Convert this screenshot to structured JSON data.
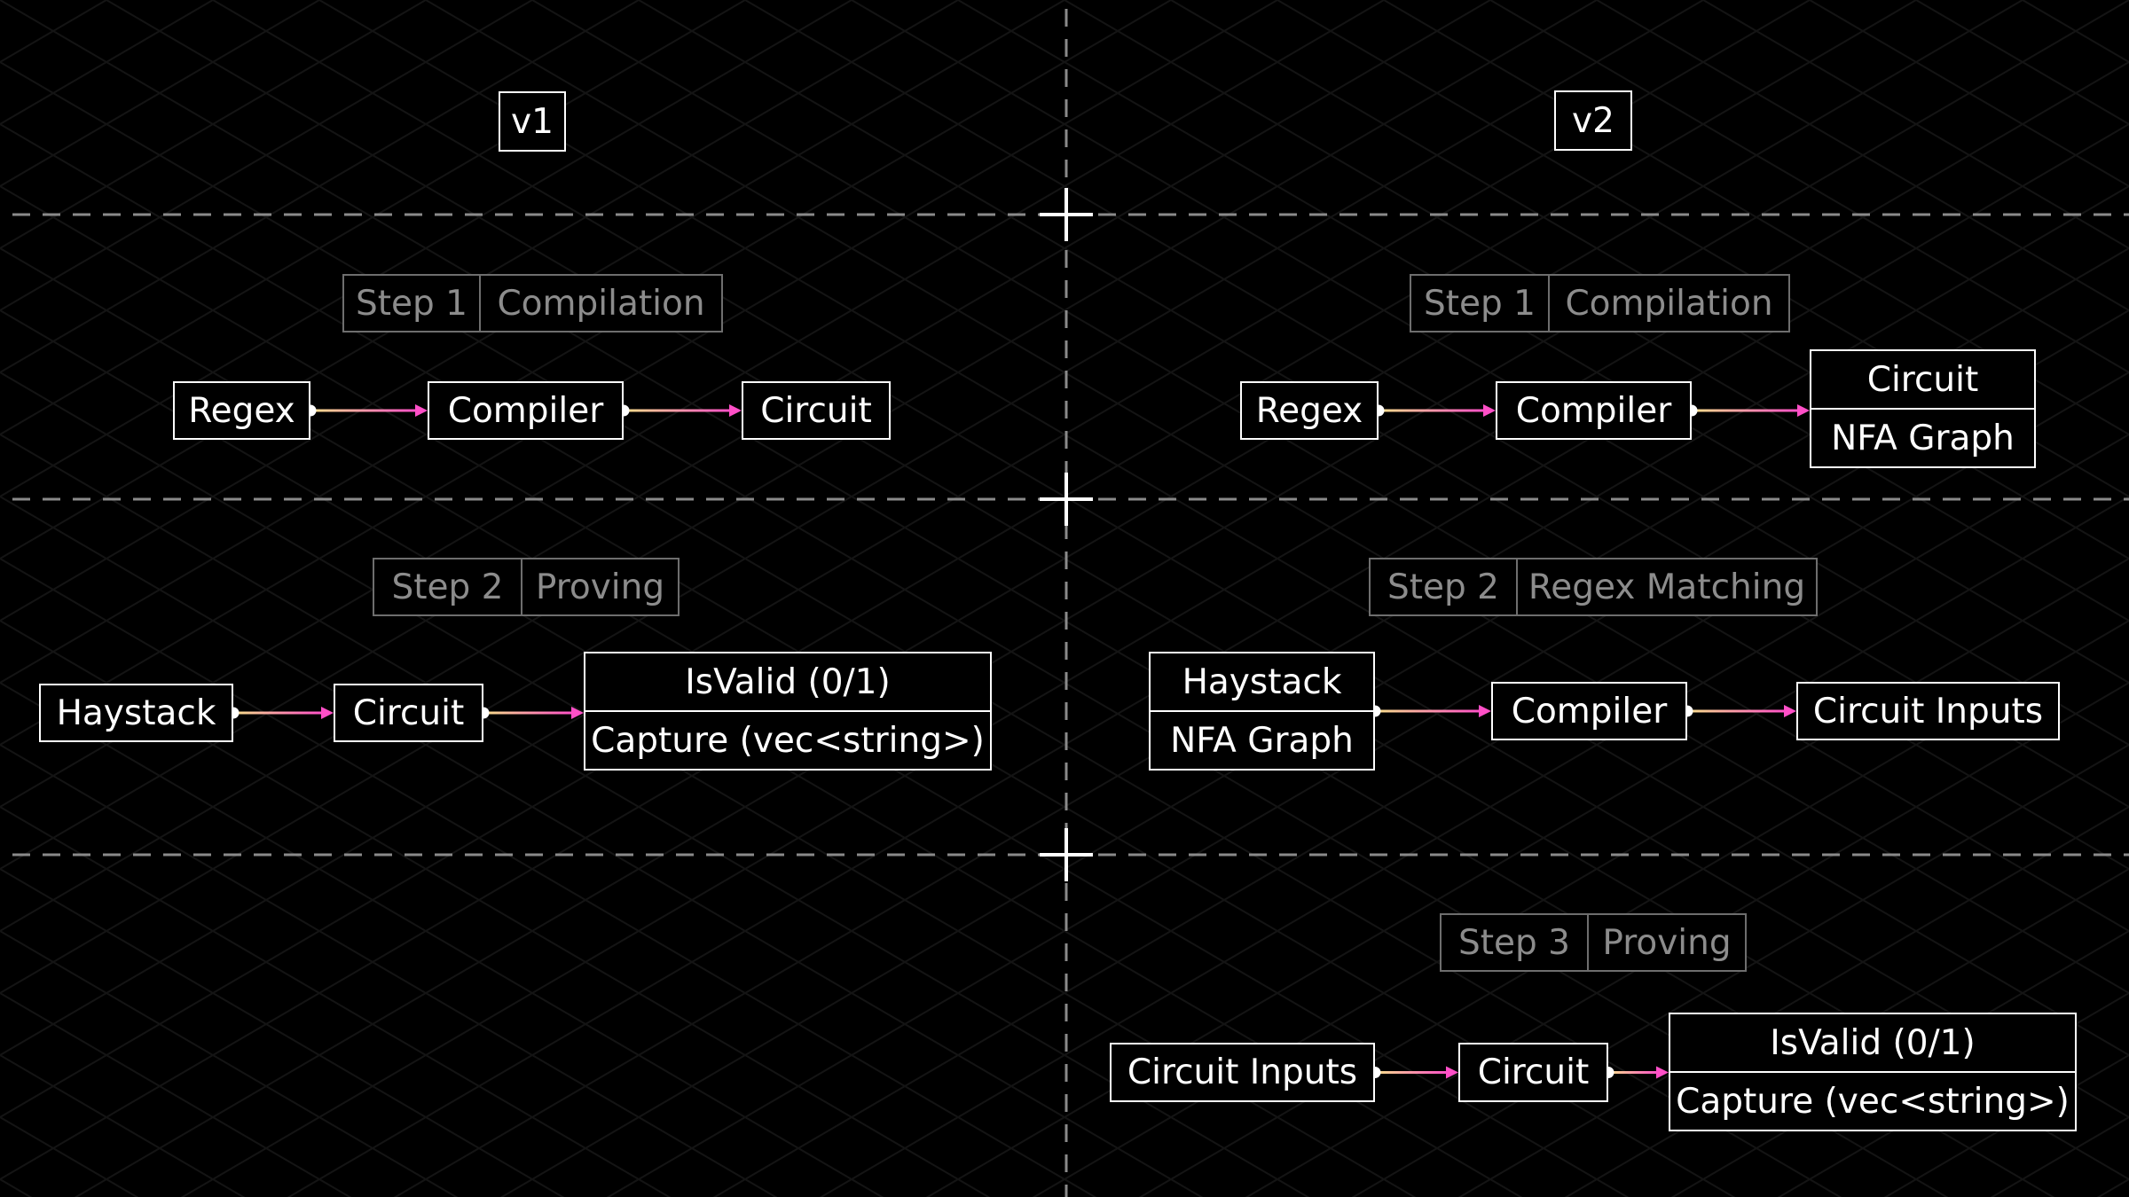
{
  "colors": {
    "background": "#000000",
    "node_border": "#ffffff",
    "step_border": "#6e6e6e",
    "step_text": "#8c8c8c",
    "divider": "#8a8a8a",
    "arrow_start": "#f7e08a",
    "arrow_end": "#ff4fc7"
  },
  "v1": {
    "label": "v1",
    "step1": {
      "num": "Step 1",
      "name": "Compilation",
      "nodes": [
        "Regex",
        "Compiler",
        "Circuit"
      ]
    },
    "step2": {
      "num": "Step 2",
      "name": "Proving",
      "nodes": [
        "Haystack",
        "Circuit"
      ],
      "output": [
        "IsValid (0/1)",
        "Capture (vec<string>)"
      ]
    }
  },
  "v2": {
    "label": "v2",
    "step1": {
      "num": "Step 1",
      "name": "Compilation",
      "nodes": [
        "Regex",
        "Compiler"
      ],
      "output": [
        "Circuit",
        "NFA Graph"
      ]
    },
    "step2": {
      "num": "Step 2",
      "name": "Regex Matching",
      "input": [
        "Haystack",
        "NFA Graph"
      ],
      "nodes": [
        "Compiler",
        "Circuit Inputs"
      ]
    },
    "step3": {
      "num": "Step 3",
      "name": "Proving",
      "nodes": [
        "Circuit Inputs",
        "Circuit"
      ],
      "output": [
        "IsValid (0/1)",
        "Capture (vec<string>)"
      ]
    }
  }
}
